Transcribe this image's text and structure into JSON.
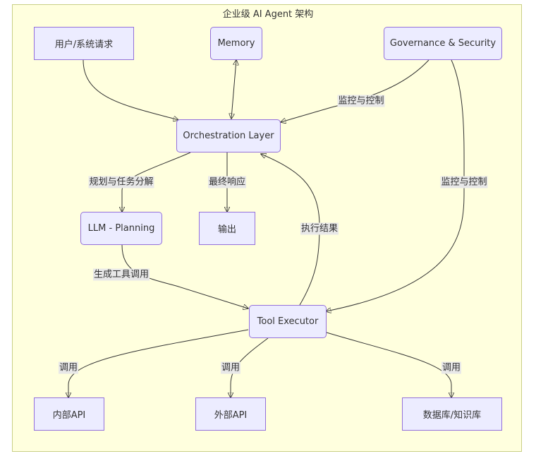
{
  "title": "企业级 AI Agent 架构",
  "colors": {
    "cluster_fill": "#ffffde",
    "cluster_border": "#c9cf86",
    "node_fill": "#ececff",
    "node_border": "#9370db",
    "edge": "#333333",
    "edge_label_bg": "#e8e8e8"
  },
  "nodes": {
    "user_request": "用户/系统请求",
    "memory": "Memory",
    "governance": "Governance & Security",
    "orchestration": "Orchestration Layer",
    "llm_planning": "LLM - Planning",
    "output": "输出",
    "tool_executor": "Tool Executor",
    "internal_api": "内部API",
    "external_api": "外部API",
    "database": "数据库/知识库"
  },
  "edges": [
    {
      "from": "user_request",
      "to": "orchestration",
      "label": ""
    },
    {
      "from": "memory",
      "to": "orchestration",
      "label": "",
      "bidirectional": true
    },
    {
      "from": "governance",
      "to": "orchestration",
      "label": "监控与控制"
    },
    {
      "from": "governance",
      "to": "tool_executor",
      "label": "监控与控制"
    },
    {
      "from": "orchestration",
      "to": "llm_planning",
      "label": "规划与任务分解"
    },
    {
      "from": "orchestration",
      "to": "output",
      "label": "最终响应"
    },
    {
      "from": "llm_planning",
      "to": "tool_executor",
      "label": "生成工具调用"
    },
    {
      "from": "tool_executor",
      "to": "orchestration",
      "label": "执行结果"
    },
    {
      "from": "tool_executor",
      "to": "internal_api",
      "label": "调用"
    },
    {
      "from": "tool_executor",
      "to": "external_api",
      "label": "调用"
    },
    {
      "from": "tool_executor",
      "to": "database",
      "label": "调用"
    }
  ]
}
